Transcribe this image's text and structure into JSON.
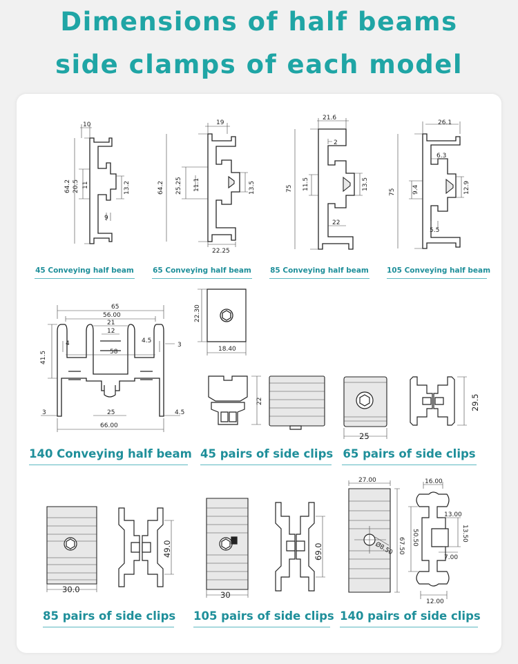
{
  "heading": {
    "line1": "Dimensions of half beams",
    "line2": "side clamps of each model"
  },
  "beams": [
    {
      "caption": "45 Conveying half beam",
      "dims": [
        "10",
        "64.2",
        "20.5",
        "11",
        "13.2",
        "9"
      ]
    },
    {
      "caption": "65 Conveying half beam",
      "dims": [
        "19",
        "64.2",
        "25.25",
        "11.1",
        "13.5",
        "22.25"
      ]
    },
    {
      "caption": "85 Conveying half beam",
      "dims": [
        "21.6",
        "2",
        "75",
        "11.5",
        "13.5",
        "22"
      ]
    },
    {
      "caption": "105 Conveying half beam",
      "dims": [
        "26.1",
        "6.3",
        "75",
        "9.4",
        "12.9",
        "5.5"
      ]
    },
    {
      "caption": "140 Conveying half beam",
      "dims": [
        "65",
        "56.00",
        "21",
        "12",
        "58",
        "41.5",
        "4",
        "4.5",
        "3",
        "3",
        "25",
        "4.5",
        "66.00"
      ]
    }
  ],
  "clips": [
    {
      "caption": "45 pairs of side clips",
      "dims": [
        "22.30",
        "18.40",
        "22"
      ]
    },
    {
      "caption": "65 pairs of side clips",
      "dims": [
        "25",
        "29.5"
      ]
    },
    {
      "caption": "85 pairs of side clips",
      "dims": [
        "30.0",
        "49.0"
      ]
    },
    {
      "caption": "105 pairs of side clips",
      "dims": [
        "30",
        "69.0"
      ]
    },
    {
      "caption": "140 pairs of side clips",
      "dims": [
        "27.00",
        "67.50",
        "Ø8.50",
        "16.00",
        "50.50",
        "13.00",
        "13.50",
        "7.00",
        "12.00"
      ]
    }
  ]
}
